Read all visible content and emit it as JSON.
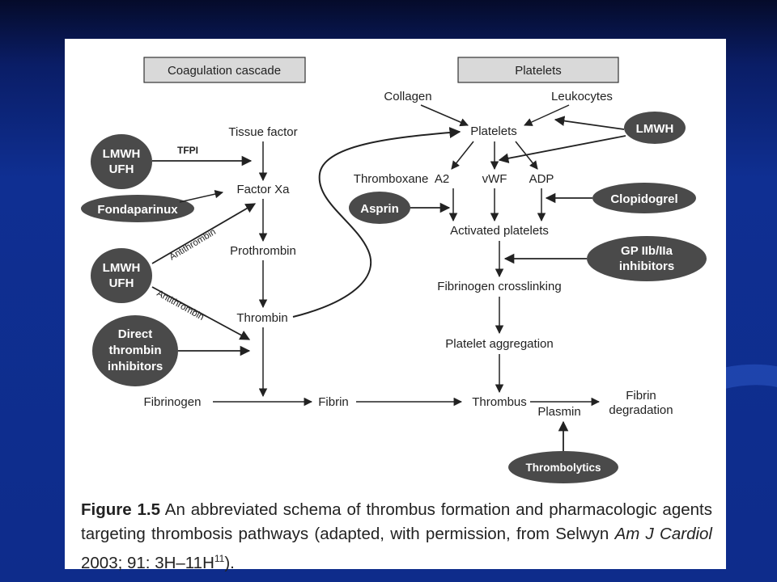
{
  "headers": {
    "coag": "Coagulation cascade",
    "platelets": "Platelets"
  },
  "coag": {
    "tissue_factor": "Tissue factor",
    "factor_xa": "Factor Xa",
    "prothrombin": "Prothrombin",
    "thrombin": "Thrombin",
    "fibrinogen": "Fibrinogen",
    "fibrin": "Fibrin",
    "tfpi": "TFPI",
    "antithrombin1": "Antithrombin",
    "antithrombin2": "Antithrombin"
  },
  "plat": {
    "collagen": "Collagen",
    "leukocytes": "Leukocytes",
    "platelets": "Platelets",
    "thromboxane": "Thromboxane  A2",
    "vwf": "vWF",
    "adp": "ADP",
    "activated": "Activated platelets",
    "crosslinking": "Fibrinogen crosslinking",
    "aggregation": "Platelet aggregation",
    "thrombus": "Thrombus",
    "plasmin": "Plasmin",
    "fibrin_deg_1": "Fibrin",
    "fibrin_deg_2": "degradation"
  },
  "drugs": {
    "lmwh_ufh_1_a": "LMWH",
    "lmwh_ufh_1_b": "UFH",
    "fondaparinux": "Fondaparinux",
    "lmwh_ufh_2_a": "LMWH",
    "lmwh_ufh_2_b": "UFH",
    "dti_a": "Direct",
    "dti_b": "thrombin",
    "dti_c": "inhibitors",
    "lmwh_top": "LMWH",
    "aspirin": "Asprin",
    "clopidogrel": "Clopidogrel",
    "gp_a": "GP IIb/IIa",
    "gp_b": "inhibitors",
    "thrombolytics": "Thrombolytics"
  },
  "caption": {
    "figure_label": "Figure 1.5",
    "text": "An abbreviated schema of thrombus formation and pharmacologic agents targeting thrombosis pathways (adapted, with permission, from Selwyn ",
    "journal": "Am J Cardiol",
    "citation": " 2003; 91: 3H–11H",
    "ref": "11",
    "end": ")."
  },
  "colors": {
    "oval_fill": "#4a4a4a",
    "header_fill": "#d9d9d9",
    "slide_bg": "#0e2c8b"
  }
}
